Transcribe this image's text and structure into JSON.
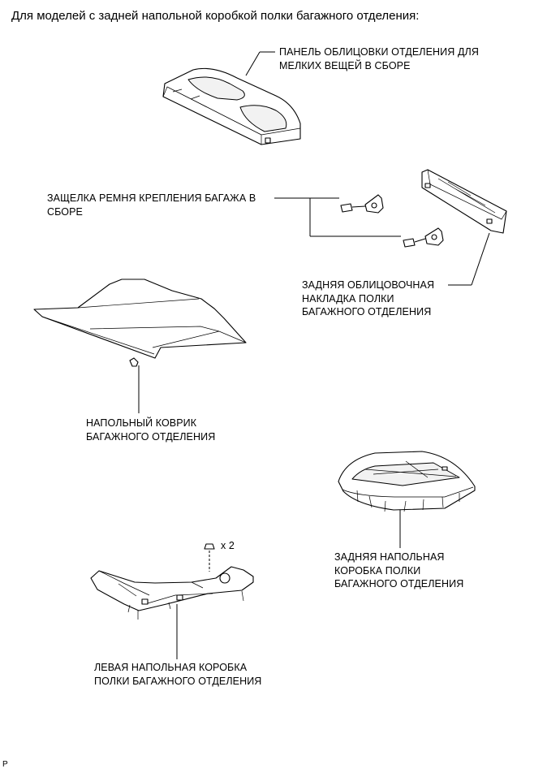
{
  "heading": "Для моделей с задней напольной коробкой полки багажного отделения:",
  "parts": {
    "panel": {
      "line1": "ПАНЕЛЬ ОБЛИЦОВКИ ОТДЕЛЕНИЯ ДЛЯ",
      "line2": "МЕЛКИХ ВЕЩЕЙ В СБОРЕ"
    },
    "latch": {
      "line1": "ЗАЩЕЛКА РЕМНЯ КРЕПЛЕНИЯ БАГАЖА В",
      "line2": "СБОРЕ"
    },
    "rear_trim": {
      "line1": "ЗАДНЯЯ ОБЛИЦОВОЧНАЯ",
      "line2": "НАКЛАДКА ПОЛКИ",
      "line3": "БАГАЖНОГО ОТДЕЛЕНИЯ"
    },
    "mat": {
      "line1": "НАПОЛЬНЫЙ КОВРИК",
      "line2": "БАГАЖНОГО ОТДЕЛЕНИЯ"
    },
    "rear_box": {
      "line1": "ЗАДНЯЯ НАПОЛЬНАЯ",
      "line2": "КОРОБКА ПОЛКИ",
      "line3": "БАГАЖНОГО ОТДЕЛЕНИЯ"
    },
    "left_box": {
      "line1": "ЛЕВАЯ НАПОЛЬНАЯ КОРОБКА",
      "line2": "ПОЛКИ БАГАЖНОГО ОТДЕЛЕНИЯ"
    },
    "clip_qty": "x 2"
  },
  "footer": "P"
}
